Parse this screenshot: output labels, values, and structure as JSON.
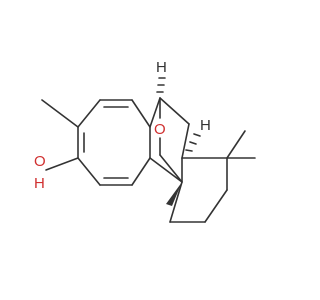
{
  "molecule": {
    "atom_labels": {
      "hydroxyl_o": "O",
      "hydroxyl_h": "H",
      "bridge_o": "O"
    },
    "stereo_h": {
      "top": "H",
      "right": "H"
    },
    "colors": {
      "bond": "#333333",
      "heteroatom": "#d03030",
      "background": "#ffffff"
    }
  }
}
